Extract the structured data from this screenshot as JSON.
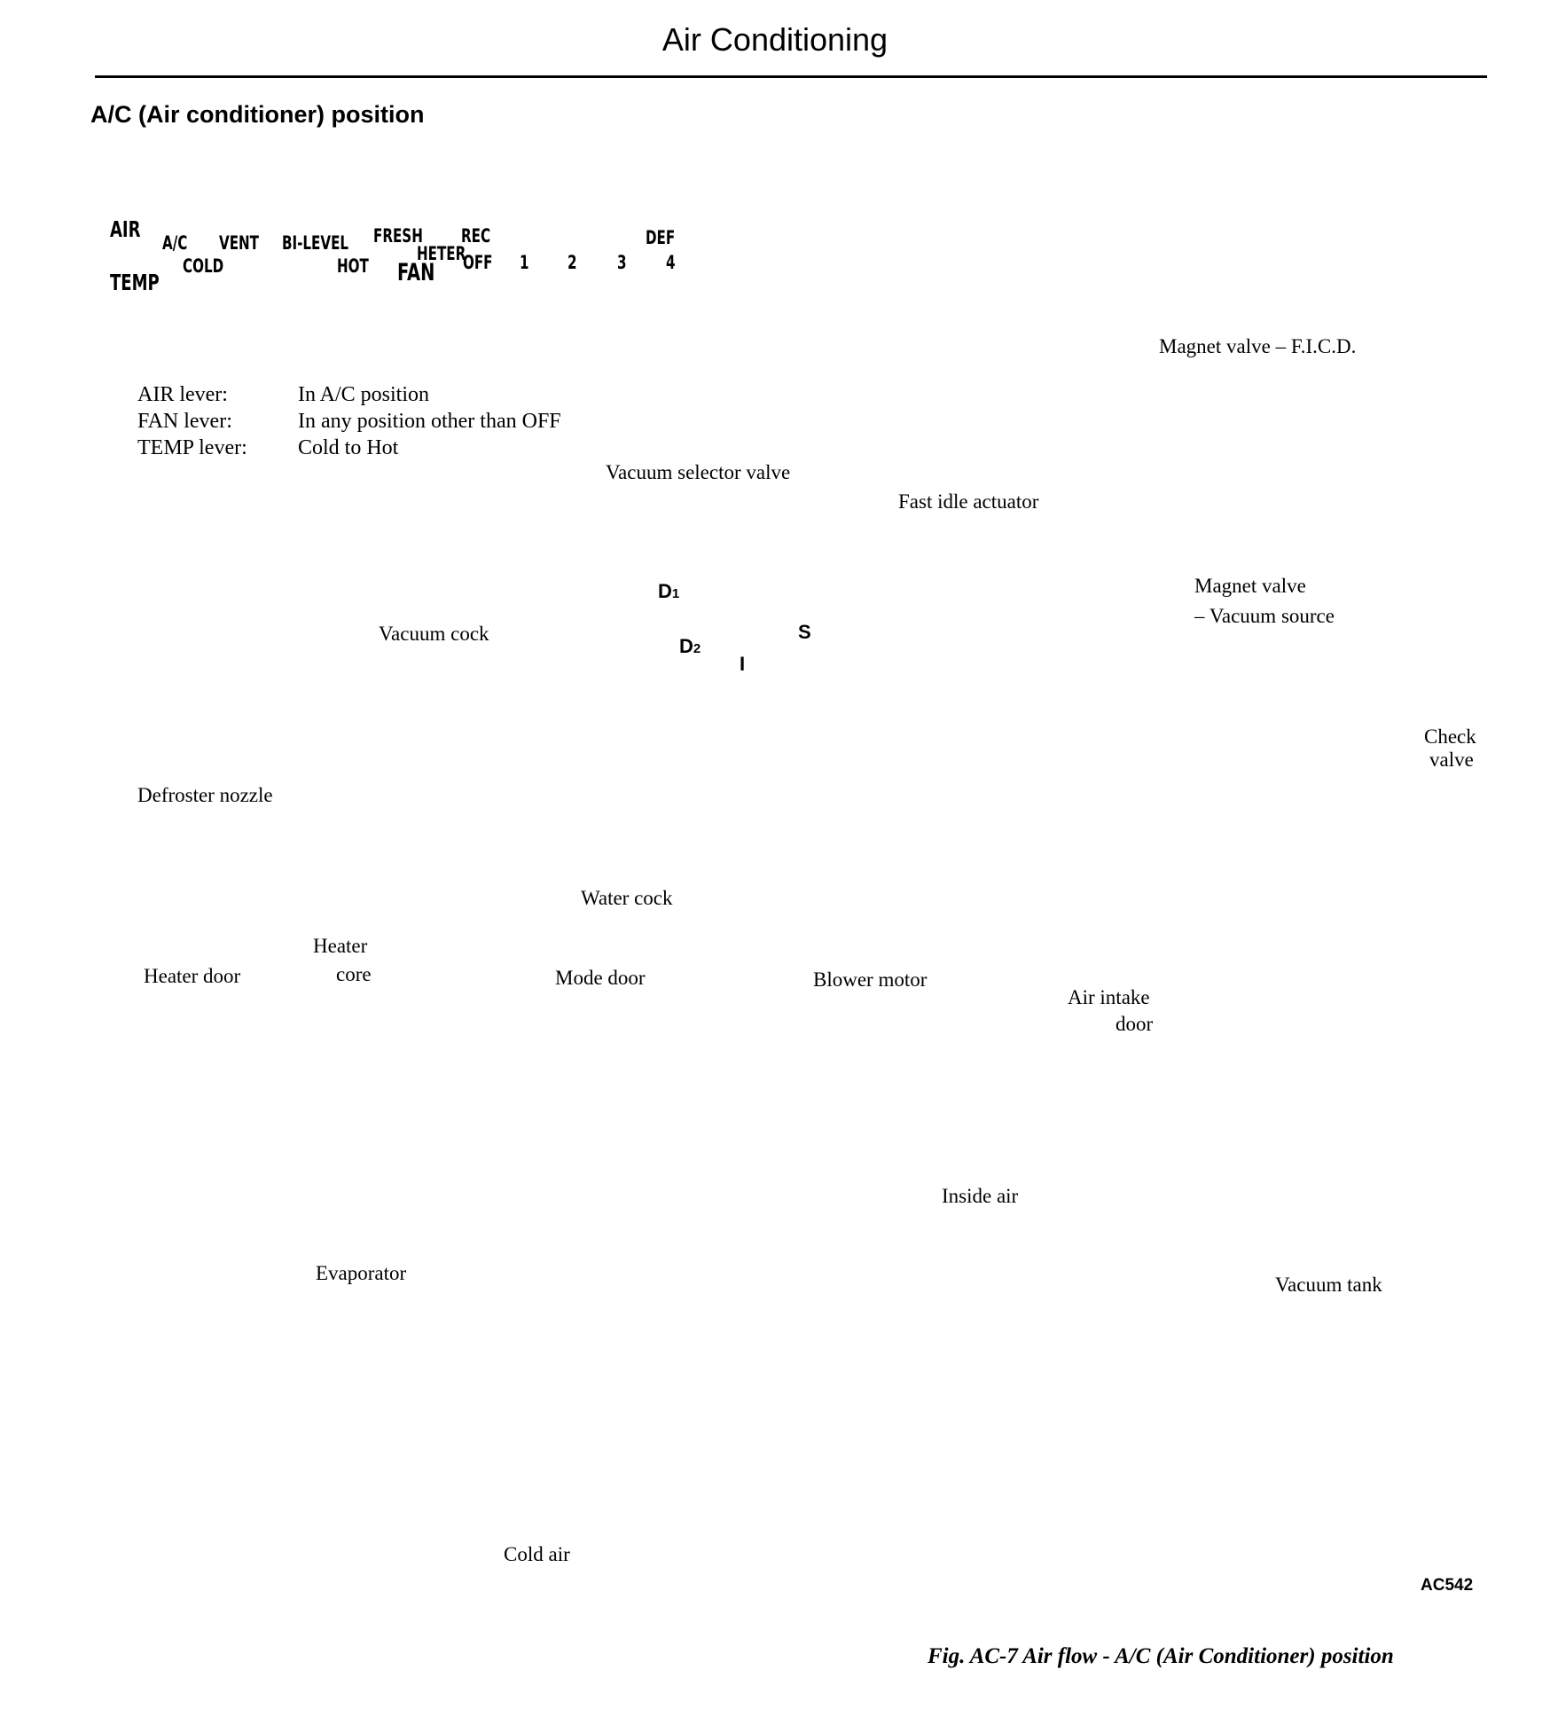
{
  "header": {
    "title": "Air Conditioning"
  },
  "section_title": "A/C (Air conditioner) position",
  "control_panel": {
    "air_label": "AIR",
    "temp_label": "TEMP",
    "fan_label": "FAN",
    "air_positions": [
      "A/C",
      "VENT",
      "BI-LEVEL",
      "FRESH",
      "HETER",
      "REC",
      "DEF"
    ],
    "temp_positions": [
      "COLD",
      "HOT"
    ],
    "fan_positions": [
      "OFF",
      "1",
      "2",
      "3",
      "4"
    ]
  },
  "lever_settings": [
    {
      "lever": "AIR lever:",
      "value": "In A/C position"
    },
    {
      "lever": "FAN lever:",
      "value": "In any position other than OFF"
    },
    {
      "lever": "TEMP lever:",
      "value": "Cold to Hot"
    }
  ],
  "components": {
    "magnet_valve_ficd": "Magnet valve – F.I.C.D.",
    "vacuum_selector_valve": "Vacuum selector valve",
    "fast_idle_actuator": "Fast idle actuator",
    "magnet_valve_vacuum_line1": "Magnet valve",
    "magnet_valve_vacuum_line2": "– Vacuum source",
    "check_valve_line1": "Check",
    "check_valve_line2": "valve",
    "vacuum_cock": "Vacuum cock",
    "defroster_nozzle": "Defroster nozzle",
    "water_cock": "Water cock",
    "heater_core_line1": "Heater",
    "heater_core_line2": "core",
    "heater_door": "Heater door",
    "mode_door": "Mode door",
    "blower_motor": "Blower motor",
    "air_intake_door_line1": "Air intake",
    "air_intake_door_line2": "door",
    "inside_air": "Inside air",
    "evaporator": "Evaporator",
    "vacuum_tank": "Vacuum tank",
    "cold_air": "Cold air"
  },
  "selector_ports": {
    "d1": "D",
    "d1_sub": "1",
    "d2": "D",
    "d2_sub": "2",
    "i": "I",
    "s": "S"
  },
  "figure_code": "AC542",
  "caption": "Fig. AC-7  Air flow - A/C (Air Conditioner) position"
}
